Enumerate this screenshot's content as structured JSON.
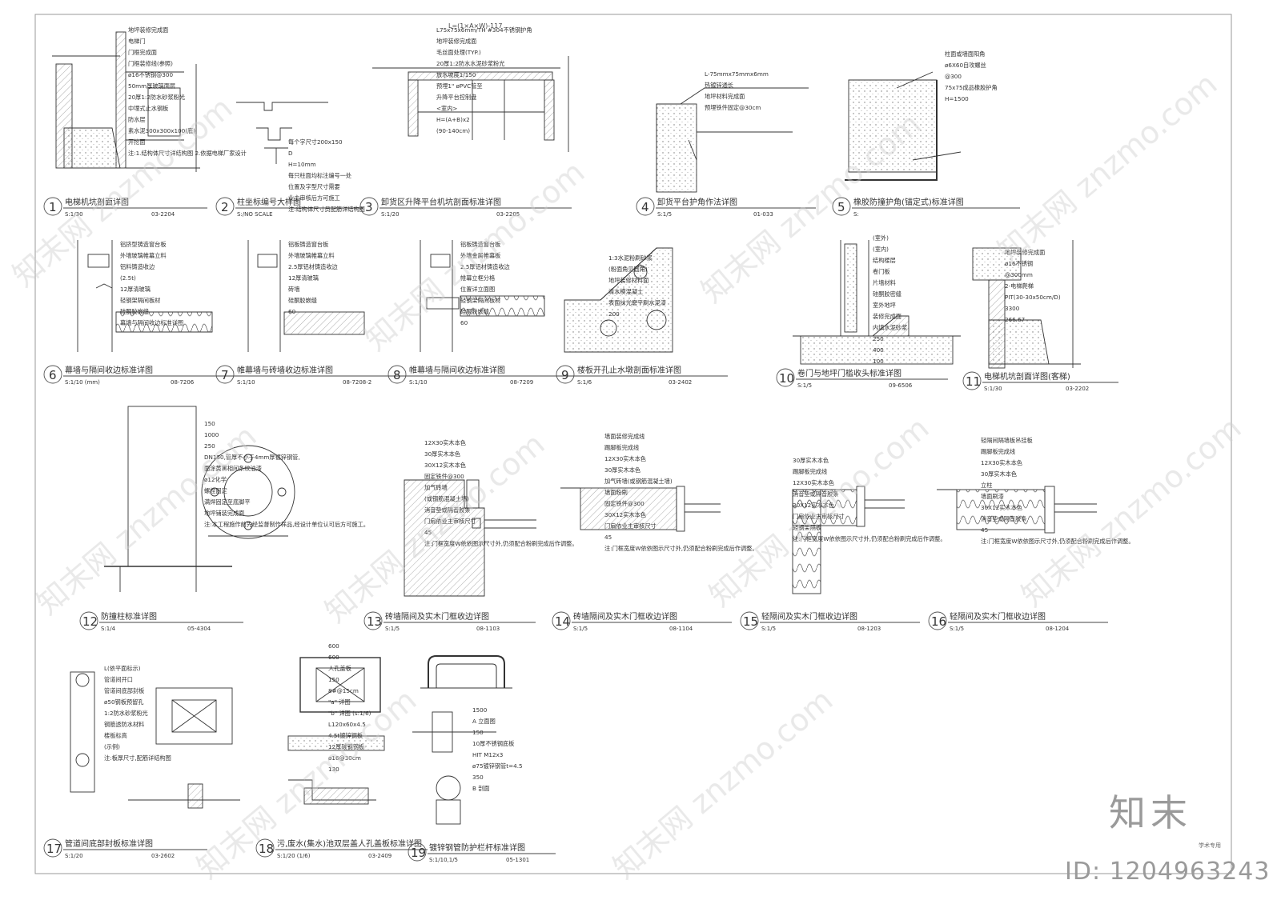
{
  "details": [
    {
      "num": "1",
      "title": "电梯机坑剖面详图",
      "scale": "S:1/30",
      "code": "03-2204",
      "notes": [
        "地坪装修完成面",
        "电梯门",
        "门框完成面",
        "门框装修线(参照)",
        "ø16不锈钢@300",
        "50mm厚玻璃面层",
        "20厚1:2防水砂浆粉光",
        "中埋式止水钢板",
        "防水层",
        "素水泥300x300x100(底)",
        "开挖面",
        "注:1.结构体尺寸详结构图 2.依据电梯厂家设计"
      ]
    },
    {
      "num": "2",
      "title": "柱坐标编号大样图",
      "scale": "S:/NO SCALE",
      "code": "",
      "notes": [
        "每个字尺寸200x150",
        "D",
        "H=10mm",
        "每只柱面均标注编号一处",
        "位置及字型尺寸需要",
        "业主审核后方可施工",
        "注:结构体尺寸员配筋详结构图"
      ]
    },
    {
      "num": "3",
      "title": "卸货区升降平台机坑剖面标准详图",
      "scale": "S:1/20",
      "code": "03-2205",
      "notes": [
        "L75x75x6mm/TH #304不锈钢护角",
        "地坪装修完成面",
        "毛丝面处理(TYP.)",
        "20厚1:2防水水泥砂浆粉光",
        "放水坡度1/150",
        "预埋1\" øPVC管至",
        "升降平台控制盘",
        "<室内>",
        "H=(A+B)x2",
        "(90-140cm)"
      ]
    },
    {
      "num": "4",
      "title": "卸货平台护角作法详图",
      "scale": "S:1/5",
      "code": "01-033",
      "notes": [
        "L-75mmx75mmx6mm",
        "热镀锌通长",
        "地坪材料完成面",
        "预埋铁件固定@30cm"
      ]
    },
    {
      "num": "5",
      "title": "橡胶防撞护角(锚定式)标准详图",
      "scale": "S:",
      "code": "",
      "notes": [
        "柱面或墙面阳角",
        "ø6X60自攻螺丝",
        "@300",
        "75x75成品橡胶护角",
        "H=1500"
      ]
    },
    {
      "num": "6",
      "title": "幕墙与隔间收边标准详图",
      "scale": "S:1/10 (mm)",
      "code": "08-7206",
      "notes": [
        "铝挤型铸造窗台板",
        "外墙玻璃帷幕立料",
        "铝料铸造收边",
        "(2.5t)",
        "12厚清玻璃",
        "轻钢架隔间板材",
        "硅酮胶嵌缝",
        "幕墙与隔间收边标准详图"
      ]
    },
    {
      "num": "7",
      "title": "帷幕墙与砖墙收边标准详图",
      "scale": "S:1/10",
      "code": "08-7208-2",
      "notes": [
        "铝板铸造窗台板",
        "外墙玻璃帷幕立料",
        "2.5厚铝材铸造收边",
        "12厚清玻璃",
        "砖墙",
        "硅酮胶嵌缝",
        "60"
      ]
    },
    {
      "num": "8",
      "title": "帷幕墙与隔间收边标准详图",
      "scale": "S:1/10",
      "code": "08-7209",
      "notes": [
        "铝板铸造窗台板",
        "外墙金属帷幕板",
        "2.5厚铝材铸造收边",
        "帷幕立框分格",
        "位置详立面图",
        "轻钢架隔间板材",
        "硅酮胶嵌缝",
        "60"
      ]
    },
    {
      "num": "9",
      "title": "楼板开孔止水墩剖面标准详图",
      "scale": "S:1/6",
      "code": "03-2402",
      "notes": [
        "1:3水泥粉刷砂浆",
        "(粉面角贝圆角)",
        "地坪装修材料面",
        "清水模混凝土",
        "表面抹光磨平刷水泥漆",
        "200"
      ]
    },
    {
      "num": "10",
      "title": "卷门与地坪门槛收头标准详图",
      "scale": "S:1/5",
      "code": "09-6506",
      "notes": [
        "(室外)",
        "(室内)",
        "结构楼层",
        "卷门板",
        "片墙材料",
        "硅酮胶密缝",
        "室外地坪",
        "装修完成面",
        "内填水泥砂浆",
        "250",
        "400",
        "100"
      ]
    },
    {
      "num": "11",
      "title": "电梯机坑剖面详图(客梯)",
      "scale": "S:1/30",
      "code": "03-2202",
      "notes": [
        "地坪装修完成面",
        "ø16不锈钢",
        "@300mm",
        "2-电梯爬梯",
        "PIT(30-30x50cm/D)",
        "3300",
        "266.67"
      ]
    },
    {
      "num": "12",
      "title": "防撞柱标准详图",
      "scale": "S:1/4",
      "code": "05-4304",
      "notes": [
        "150",
        "1000",
        "250",
        "DN150,管厚不小于4mm厚镀锌钢管,",
        "面涂黄黑相间条纹油漆",
        "ø12化学",
        "螺栓固定",
        "满焊固定至底脚平",
        "地坪铺装完成面",
        "注:本工程施作前先经监督制作样品,经设计单位认可后方可施工。"
      ]
    },
    {
      "num": "13",
      "title": "砖墙隔间及实木门框收边详图",
      "scale": "S:1/5",
      "code": "08-1103",
      "notes": [
        "12X30实木本色",
        "30厚实木本色",
        "30X12实木本色",
        "固定铁件@300",
        "加气砖墙",
        "(或钢筋混凝土墙)",
        "消音垫或隔音胶条",
        "门扇依业主审核尺寸",
        "45",
        "注:门框宽度W依依图示尺寸外,仍须配合粉刷完成后作调整。"
      ]
    },
    {
      "num": "14",
      "title": "砖墙隔间及实木门框收边详图",
      "scale": "S:1/5",
      "code": "08-1104",
      "notes": [
        "墙面装修完成线",
        "踢脚板完成线",
        "12X30实木本色",
        "30厚实木本色",
        "加气砖墙(或钢筋混凝土墙)",
        "墙面粉刷",
        "固定铁件@300",
        "30X12实木本色",
        "门扇依业主审核尺寸",
        "45",
        "注:门框宽度W依依图示尺寸外,仍须配合粉刷完成后作调整。"
      ]
    },
    {
      "num": "15",
      "title": "轻隔间及实木门框收边详图",
      "scale": "S:1/5",
      "code": "08-1203",
      "notes": [
        "30厚实木本色",
        "踢脚板完成线",
        "12X30实木本色",
        "消音垫或隔音胶条",
        "30X12实木本色",
        "门扇依业主审核尺寸",
        "轻钢架隔板",
        "注:门框宽度W依依图示尺寸外,仍须配合粉刷完成后作调整。"
      ]
    },
    {
      "num": "16",
      "title": "轻隔间及实木门框收边详图",
      "scale": "S:1/5",
      "code": "08-1204",
      "notes": [
        "轻隔间隔墙板吊挂板",
        "踢脚板完成线",
        "12X30实木本色",
        "30厚实木本色",
        "立柱",
        "墙面刷漆",
        "30X12实木本色",
        "消音垫或隔音胶条",
        "45",
        "注:门框宽度W依依图示尺寸外,仍须配合粉刷完成后作调整。"
      ]
    },
    {
      "num": "17",
      "title": "管道间底部封板标准详图",
      "scale": "S:1/20",
      "code": "03-2602",
      "notes": [
        "L(依平面标示)",
        "管道间开口",
        "管道间底部封板",
        "ø50钢板预留孔",
        "1:2防水砂浆粉光",
        "钢筋透防水材料",
        "楼板标高",
        "(示例)",
        "注:板厚尺寸,配筋详结构图"
      ]
    },
    {
      "num": "18",
      "title": "污,废水(集水)池双层盖人孔盖板标准详图",
      "scale": "S:1/20 (1/6)",
      "code": "03-2409",
      "notes": [
        "600",
        "600",
        "人孔盖板",
        "150",
        "8#@15cm",
        "\"a\" 详图",
        "\"b\" 详图 (s:1/6)",
        "L120x60x4.5",
        "4.5t镀锌钢板",
        "12厚碳钢钢板",
        "ø16@30cm",
        "130"
      ]
    },
    {
      "num": "19",
      "title": "镀锌钢管防护栏杆标准详图",
      "scale": "S:1/10,1/5",
      "code": "05-1301",
      "notes": [
        "1500",
        "A 立面图",
        "150",
        "10厚不锈钢底板",
        "HIT M12x3",
        "ø75镀锌钢管t=4.5",
        "350",
        "B 剖面"
      ]
    }
  ],
  "brand": {
    "name": "知末",
    "id": "ID: 1204963243",
    "sub": "学术专用"
  },
  "top_label": "L=(1×A×W)-117",
  "colors": {
    "line": "#333333",
    "hatch": "#666666",
    "watermark": "#c7c7c7",
    "dim": "#444444"
  }
}
